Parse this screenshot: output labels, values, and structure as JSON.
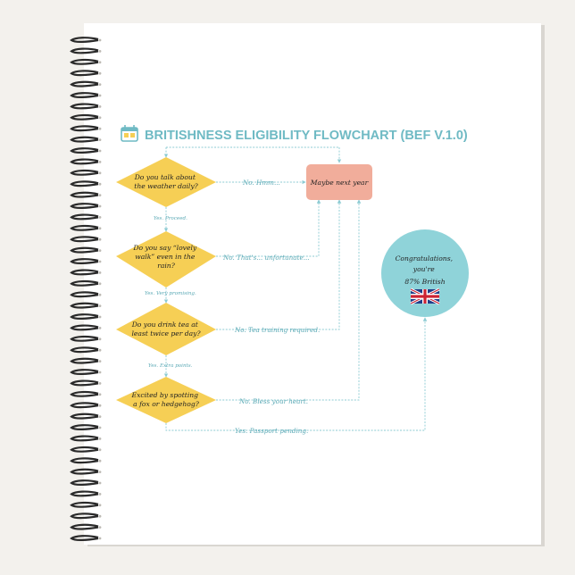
{
  "title": "BRITISHNESS ELIGIBILITY FLOWCHART (BEF V.1.0)",
  "title_icon": "calendar-icon",
  "colors": {
    "diamond": "#f6cf55",
    "maybe_box": "#f1ad9b",
    "circle": "#8fd3d9",
    "accent": "#6fbac4",
    "line": "#8ccbd3"
  },
  "questions": [
    {
      "lines": [
        "Do you talk about",
        "the weather daily?"
      ]
    },
    {
      "lines": [
        "Do you say “lovely",
        "walk” even in the",
        "rain?"
      ]
    },
    {
      "lines": [
        "Do you drink tea at",
        "least twice per day?"
      ]
    },
    {
      "lines": [
        "Excited by spotting",
        "a fox or hedgehog?"
      ]
    }
  ],
  "yes_edges": [
    "Yes. Proceed.",
    "Yes. Very promising.",
    "Yes. Extra points."
  ],
  "no_edges": [
    "No. Hmm...",
    "No. That's... unfortunate...",
    "No. Tea training required.",
    "No. Bless your heart."
  ],
  "final_yes": "Yes. Passport pending.",
  "maybe": "Maybe next year",
  "congrats": {
    "lines": [
      "Congratulations,",
      "you're",
      "87% British"
    ],
    "flag_icon": "union-jack-flag-icon"
  }
}
